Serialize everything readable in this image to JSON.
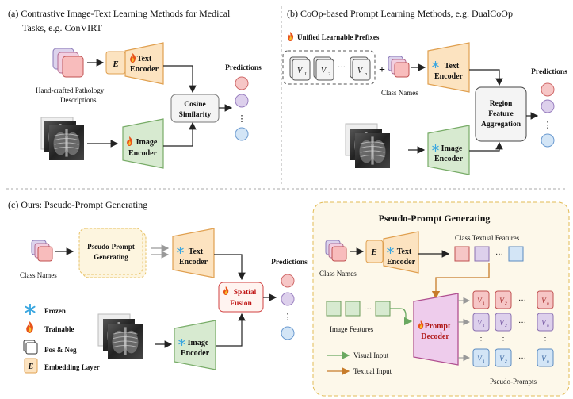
{
  "panel_a": {
    "title_line1": "(a)  Contrastive Image-Text Learning Methods for Medical",
    "title_line2": "Tasks, e.g. ConVIRT",
    "text_encoder_line1": "Text",
    "text_encoder_line2": "Encoder",
    "image_encoder_line1": "Image",
    "image_encoder_line2": "Encoder",
    "embedding_letter": "E",
    "descriptions_line1": "Hand-crafted Pathology",
    "descriptions_line2": "Descriptions",
    "cosine_line1": "Cosine",
    "cosine_line2": "Similarity",
    "predictions": "Predictions",
    "dots": "⋮"
  },
  "panel_b": {
    "title": "(b)  CoOp-based Prompt Learning Methods, e.g. DualCoOp",
    "prefix_label": "Unified Learnable Prefixes",
    "v1": "V",
    "v2": "V",
    "vn": "V",
    "sub1": "1",
    "sub2": "2",
    "subn": "n",
    "ellipsis": "···",
    "plus": "+",
    "class_names": "Class Names",
    "text_encoder_line1": "Text",
    "text_encoder_line2": "Encoder",
    "image_encoder_line1": "Image",
    "image_encoder_line2": "Encoder",
    "region_line1": "Region",
    "region_line2": "Feature",
    "region_line3": "Aggregation",
    "predictions": "Predictions",
    "dots": "⋮"
  },
  "panel_c": {
    "title": "(c)  Ours: Pseudo-Prompt Generating",
    "class_names": "Class Names",
    "ppg_line1": "Pseudo-Prompt",
    "ppg_line2": "Generating",
    "text_encoder_line1": "Text",
    "text_encoder_line2": "Encoder",
    "image_encoder_line1": "Image",
    "image_encoder_line2": "Encoder",
    "fusion_line1": "Spatial",
    "fusion_line2": "Fusion",
    "predictions": "Predictions",
    "dots": "⋮"
  },
  "legend": {
    "frozen": "Frozen",
    "trainable": "Trainable",
    "pos_neg": "Pos & Neg",
    "embedding_letter": "E",
    "embedding": "Embedding Layer"
  },
  "detail": {
    "title": "Pseudo-Prompt Generating",
    "class_textual_features": "Class Textual Features",
    "class_names": "Class Names",
    "embedding_letter": "E",
    "text_encoder_line1": "Text",
    "text_encoder_line2": "Encoder",
    "image_features": "Image Features",
    "decoder_line1": "Prompt",
    "decoder_line2": "Decoder",
    "visual_input": "Visual Input",
    "textual_input": "Textual Input",
    "pseudo_prompts": "Pseudo-Prompts",
    "v": "V",
    "sub1": "1",
    "sub2": "2",
    "subn": "n",
    "ellipsis": "···",
    "dots": "⋮"
  },
  "colors": {
    "text_encoder_fill": "#fce3c0",
    "text_encoder_stroke": "#e0a050",
    "image_encoder_fill": "#d7ead0",
    "image_encoder_stroke": "#78ac68",
    "pred_red": "#f6c6c6",
    "pred_purple": "#ddd0ec",
    "pred_blue": "#d3e5f6",
    "decoder_fill": "#eeccec",
    "decoder_stroke": "#b05090",
    "detail_bg": "#fdf8ea",
    "detail_border": "#e2bb55"
  }
}
